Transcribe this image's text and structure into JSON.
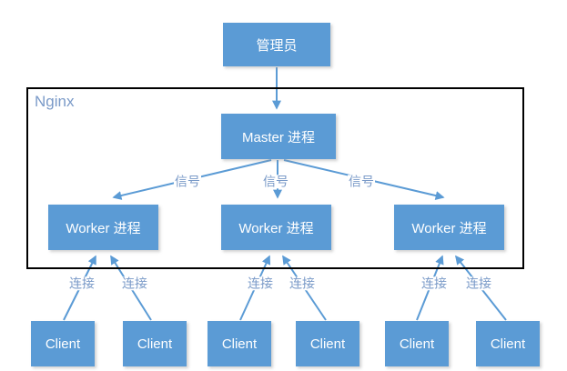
{
  "diagram": {
    "container": {
      "label": "Nginx"
    },
    "admin": {
      "label": "管理员"
    },
    "master": {
      "label": "Master 进程"
    },
    "workers": [
      "Worker 进程",
      "Worker 进程",
      "Worker 进程"
    ],
    "clients": [
      "Client",
      "Client",
      "Client",
      "Client",
      "Client",
      "Client"
    ],
    "signal_labels": [
      "信号",
      "信号",
      "信号"
    ],
    "connection_labels": [
      "连接",
      "连接",
      "连接",
      "连接",
      "连接",
      "连接"
    ],
    "colors": {
      "node_fill": "#5b9bd5",
      "node_text": "#ffffff",
      "edge": "#5b9bd5",
      "label_text": "#7a9ac8",
      "container_border": "#000000"
    }
  }
}
